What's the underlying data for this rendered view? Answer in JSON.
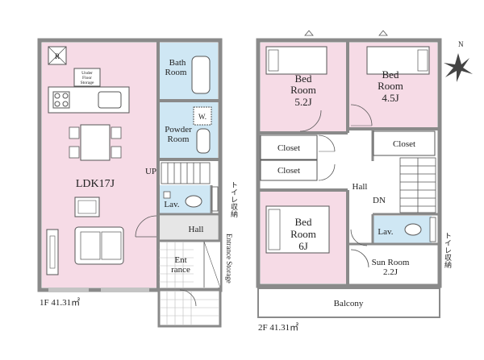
{
  "colors": {
    "wall": "#8a8a8a",
    "pink": "#f6dbe6",
    "blue": "#cfe7f4",
    "gray": "#e6e6e6",
    "white": "#ffffff",
    "line": "#555555"
  },
  "floor1": {
    "caption": "1F 41.31㎡",
    "rooms": {
      "ldk": "LDK17J",
      "bath_line1": "Bath",
      "bath_line2": "Room",
      "powder_line1": "Powder",
      "powder_line2": "Room",
      "wic": "W.",
      "lav": "Lav.",
      "hall": "Hall",
      "entrance_line1": "Ent",
      "entrance_line2": "rance",
      "entrance_storage": "Entrance Storage",
      "up": "UP",
      "under_floor_line1": "Under",
      "under_floor_line2": "Floor",
      "under_floor_line3": "Storage",
      "refrigerator": "R",
      "toilet_storage": "トイレ収納"
    }
  },
  "floor2": {
    "caption": "2F 41.31㎡",
    "rooms": {
      "bed1_line1": "Bed",
      "bed1_line2": "Room",
      "bed1_size": "5.2J",
      "bed2_line1": "Bed",
      "bed2_line2": "Room",
      "bed2_size": "4.5J",
      "bed3_line1": "Bed",
      "bed3_line2": "Room",
      "bed3_size": "6J",
      "closet1": "Closet",
      "closet2": "Closet",
      "closet3": "Closet",
      "hall": "Hall",
      "dn": "DN",
      "lav": "Lav.",
      "sunroom_line1": "Sun Room",
      "sunroom_line2": "2.2J",
      "balcony": "Balcony",
      "toilet_storage": "トイレ収納"
    }
  },
  "compass": {
    "north": "N"
  }
}
